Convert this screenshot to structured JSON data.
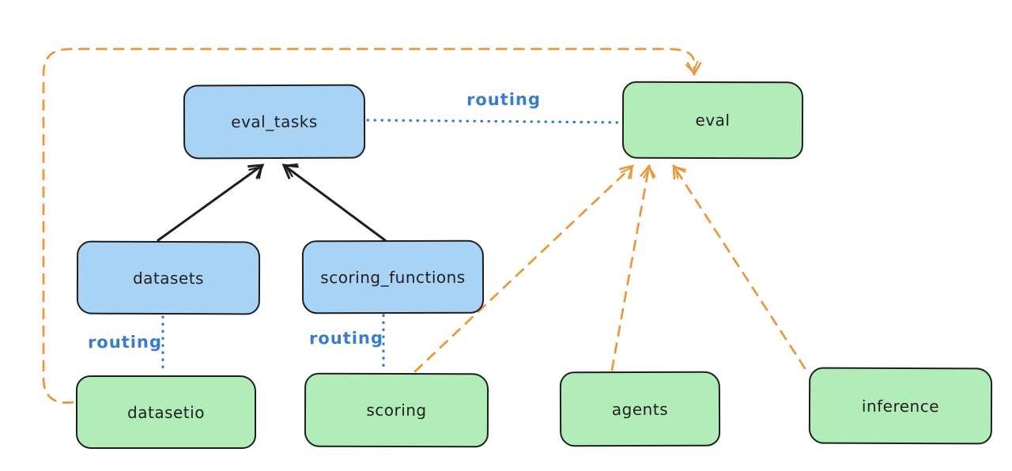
{
  "diagram": {
    "palette": {
      "background": "#ffffff",
      "node_border": "#1e1e1e",
      "blue_node_fill": "#a9d3f5",
      "green_node_fill": "#b2ecb9",
      "solid_arrow": "#1e1e1e",
      "dashed_arrow": "#e8973a",
      "routing_line": "#3b7cc9"
    },
    "nodes": [
      {
        "id": "eval_tasks",
        "label": "eval_tasks",
        "fill": "blue"
      },
      {
        "id": "eval",
        "label": "eval",
        "fill": "green"
      },
      {
        "id": "datasets",
        "label": "datasets",
        "fill": "blue"
      },
      {
        "id": "scoring_functions",
        "label": "scoring_functions",
        "fill": "blue"
      },
      {
        "id": "datasetio",
        "label": "datasetio",
        "fill": "green"
      },
      {
        "id": "scoring",
        "label": "scoring",
        "fill": "green"
      },
      {
        "id": "agents",
        "label": "agents",
        "fill": "green"
      },
      {
        "id": "inference",
        "label": "inference",
        "fill": "green"
      }
    ],
    "edges": [
      {
        "from": "datasets",
        "to": "eval_tasks",
        "style": "solid-arrow",
        "color": "#1e1e1e"
      },
      {
        "from": "scoring_functions",
        "to": "eval_tasks",
        "style": "solid-arrow",
        "color": "#1e1e1e"
      },
      {
        "from": "eval_tasks",
        "to": "eval",
        "style": "dotted-line",
        "color": "#3b7cc9",
        "label": "routing"
      },
      {
        "from": "datasets",
        "to": "datasetio",
        "style": "dotted-line",
        "color": "#3b7cc9",
        "label": "routing"
      },
      {
        "from": "scoring_functions",
        "to": "scoring",
        "style": "dotted-line",
        "color": "#3b7cc9",
        "label": "routing"
      },
      {
        "from": "datasetio",
        "to": "eval",
        "style": "dashed-arrow",
        "color": "#e8973a"
      },
      {
        "from": "scoring",
        "to": "eval",
        "style": "dashed-arrow",
        "color": "#e8973a"
      },
      {
        "from": "agents",
        "to": "eval",
        "style": "dashed-arrow",
        "color": "#e8973a"
      },
      {
        "from": "inference",
        "to": "eval",
        "style": "dashed-arrow",
        "color": "#e8973a"
      }
    ]
  }
}
